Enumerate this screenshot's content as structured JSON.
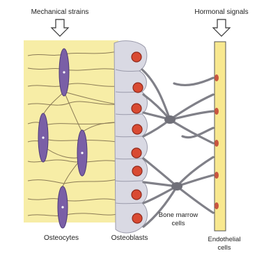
{
  "labels": {
    "mechanical_strains": "Mechanical strains",
    "hormonal_signals": "Hormonal signals",
    "osteocytes": "Osteocytes",
    "osteoblasts": "Osteoblasts",
    "bone_marrow_line1": "Bone marrow",
    "bone_marrow_line2": "cells",
    "endothelial_line1": "Endothelial",
    "endothelial_line2": "cells"
  },
  "colors": {
    "bone_matrix": "#f7eda6",
    "osteocyte": "#7a5fa6",
    "osteoblast": "#d9d9e3",
    "nucleus": "#d94a32",
    "marrow_process": "#808088",
    "endothelium": "#f8e88f"
  }
}
